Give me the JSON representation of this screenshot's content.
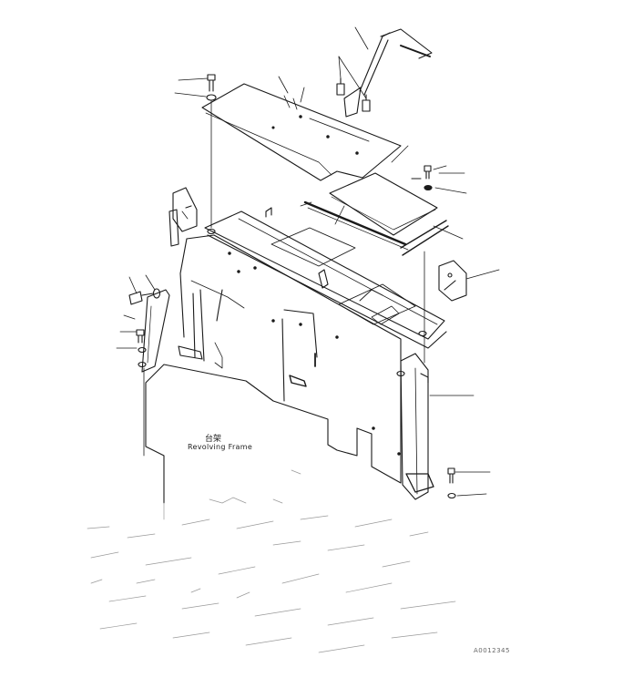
{
  "diagram": {
    "frame_label_cn": "台架",
    "frame_label": "Revolving Frame",
    "figure_code": "A0012345"
  },
  "colors": {
    "line": "#1a1a1a",
    "light": "#888888",
    "background": "#ffffff"
  }
}
